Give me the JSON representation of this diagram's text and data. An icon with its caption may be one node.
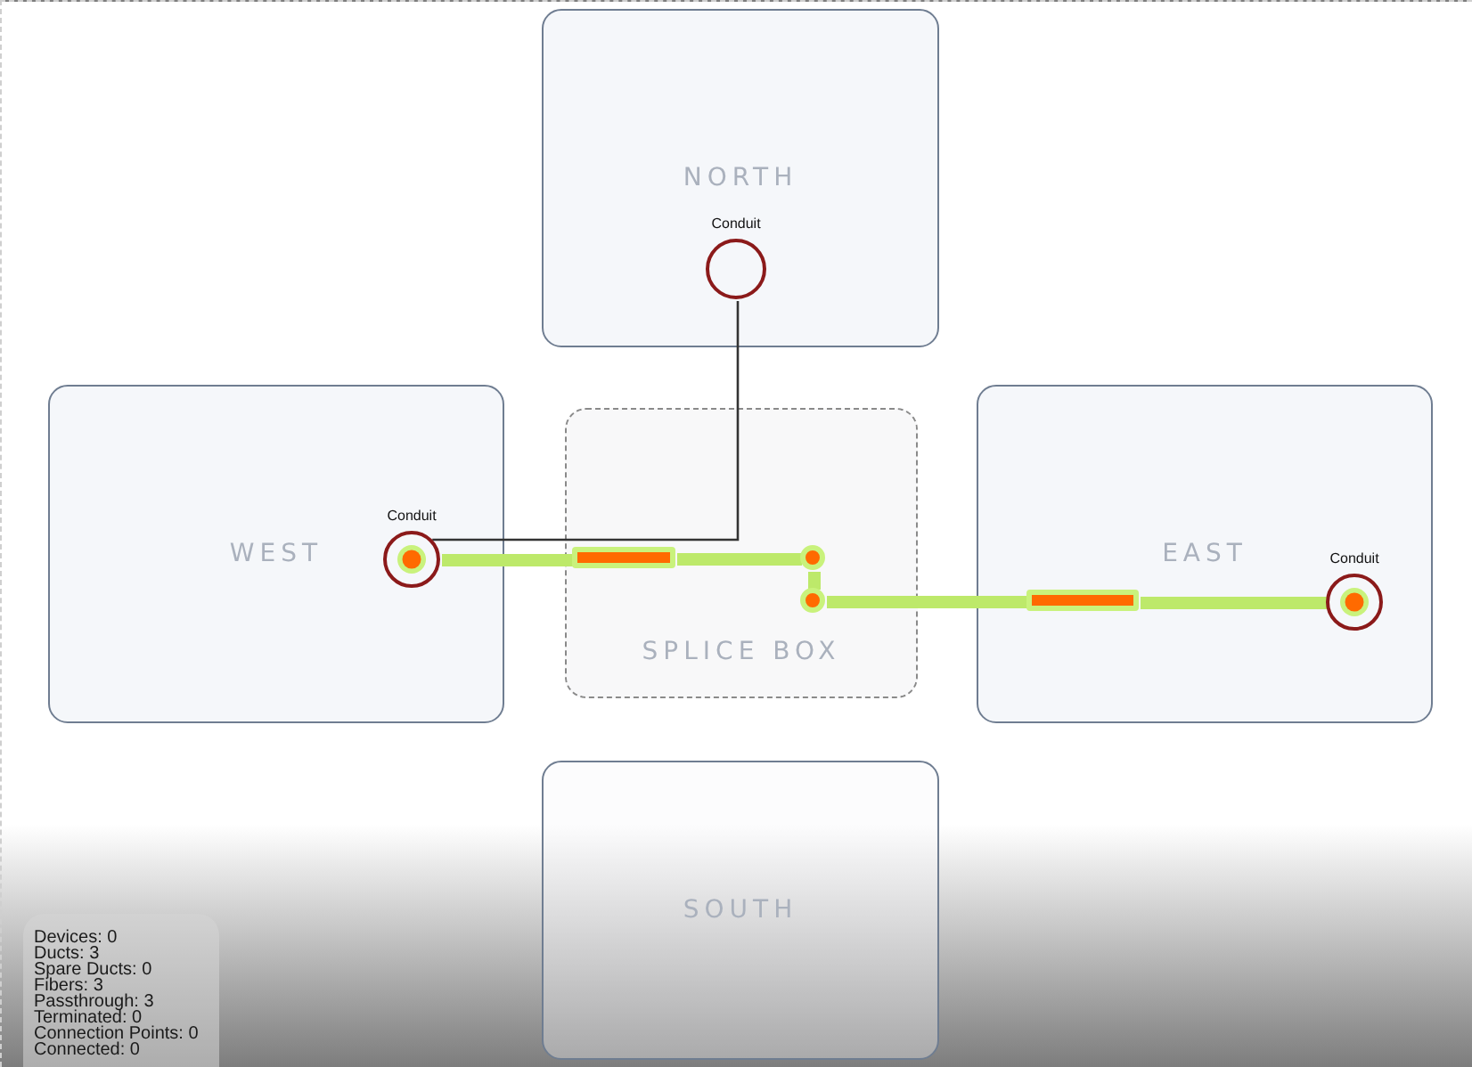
{
  "diagram": {
    "nodes": [
      {
        "text": [
          "NORTH"
        ]
      },
      {
        "text": [
          "Conduit"
        ],
        "in": 0
      },
      {
        "text": [
          "WEST"
        ]
      },
      {
        "text": [
          "Conduit"
        ],
        "in": 2
      },
      {
        "text": [
          "SPLICE BOX"
        ]
      },
      {
        "text": [],
        "shape": "bar",
        "in": 4
      },
      {
        "text": [],
        "shape": "circle",
        "in": 4
      },
      {
        "text": [],
        "shape": "circle",
        "in": 4
      },
      {
        "text": [
          "EAST"
        ]
      },
      {
        "text": [],
        "shape": "bar",
        "in": 8
      },
      {
        "text": [
          "Conduit"
        ],
        "in": 8
      },
      {
        "text": [
          "SOUTH"
        ]
      }
    ],
    "edges": [
      {
        "from": 3,
        "to": 5,
        "arrow": "none"
      },
      {
        "from": 5,
        "to": 6,
        "arrow": "none"
      },
      {
        "from": 6,
        "to": 7,
        "arrow": "none"
      },
      {
        "from": 7,
        "to": 9,
        "arrow": "none"
      },
      {
        "from": 9,
        "to": 10,
        "arrow": "none"
      },
      {
        "from": 1,
        "to": 3,
        "arrow": "none",
        "color": "#333333"
      }
    ],
    "labels": [
      "Devices: 0",
      "Ducts: 3",
      "Spare Ducts: 0",
      "Fibers: 3",
      "Passthrough: 3",
      "Terminated: 0",
      "Connection Points: 0",
      "Connected: 0"
    ]
  }
}
